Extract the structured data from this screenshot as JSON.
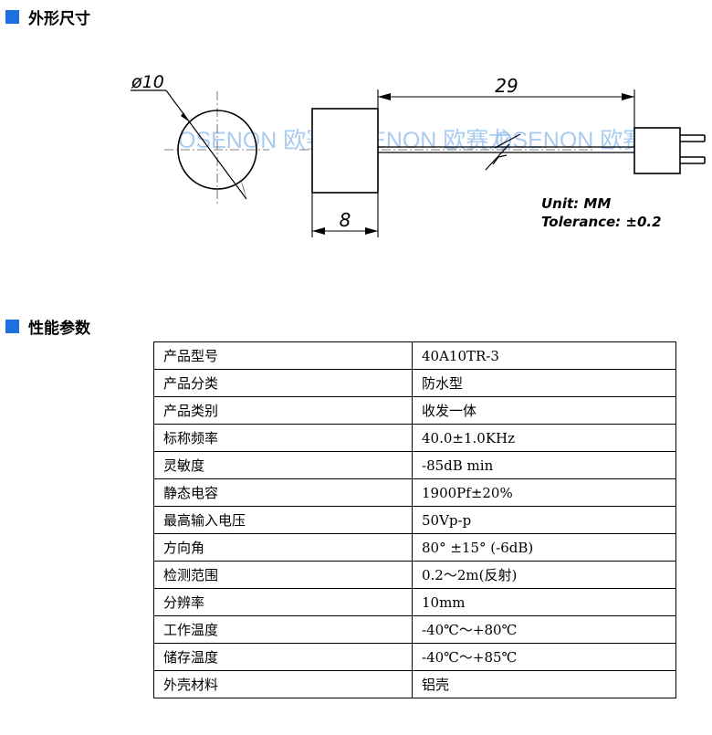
{
  "sections": {
    "dimensions_title": "外形尺寸",
    "performance_title": "性能参数"
  },
  "drawing": {
    "diameter_label": "ø10",
    "length_label": "29",
    "width_label": "8",
    "unit_note": "Unit: MM",
    "tolerance_note": "Tolerance: ±0.2",
    "watermarks": [
      "OSENON 欧赛龙",
      "OSENON 欧赛龙",
      "OSENON 欧赛龙"
    ],
    "watermark_color": "#9bc3ee"
  },
  "specs": [
    {
      "key": "产品型号",
      "value": "40A10TR-3"
    },
    {
      "key": "产品分类",
      "value": "防水型"
    },
    {
      "key": "产品类别",
      "value": "收发一体"
    },
    {
      "key": "标称频率",
      "value": "40.0±1.0KHz"
    },
    {
      "key": "灵敏度",
      "value": "-85dB min"
    },
    {
      "key": "静态电容",
      "value": "1900Pf±20%"
    },
    {
      "key": "最高输入电压",
      "value": "50Vp-p"
    },
    {
      "key": "方向角",
      "value": "80° ±15° (-6dB)"
    },
    {
      "key": "检测范围",
      "value": "0.2～2m(反射)"
    },
    {
      "key": "分辨率",
      "value": "10mm"
    },
    {
      "key": "工作温度",
      "value": "-40℃～+80℃"
    },
    {
      "key": "储存温度",
      "value": "-40℃～+85℃"
    },
    {
      "key": "外壳材料",
      "value": "铝壳"
    }
  ],
  "accent_color": "#1e6fe0"
}
